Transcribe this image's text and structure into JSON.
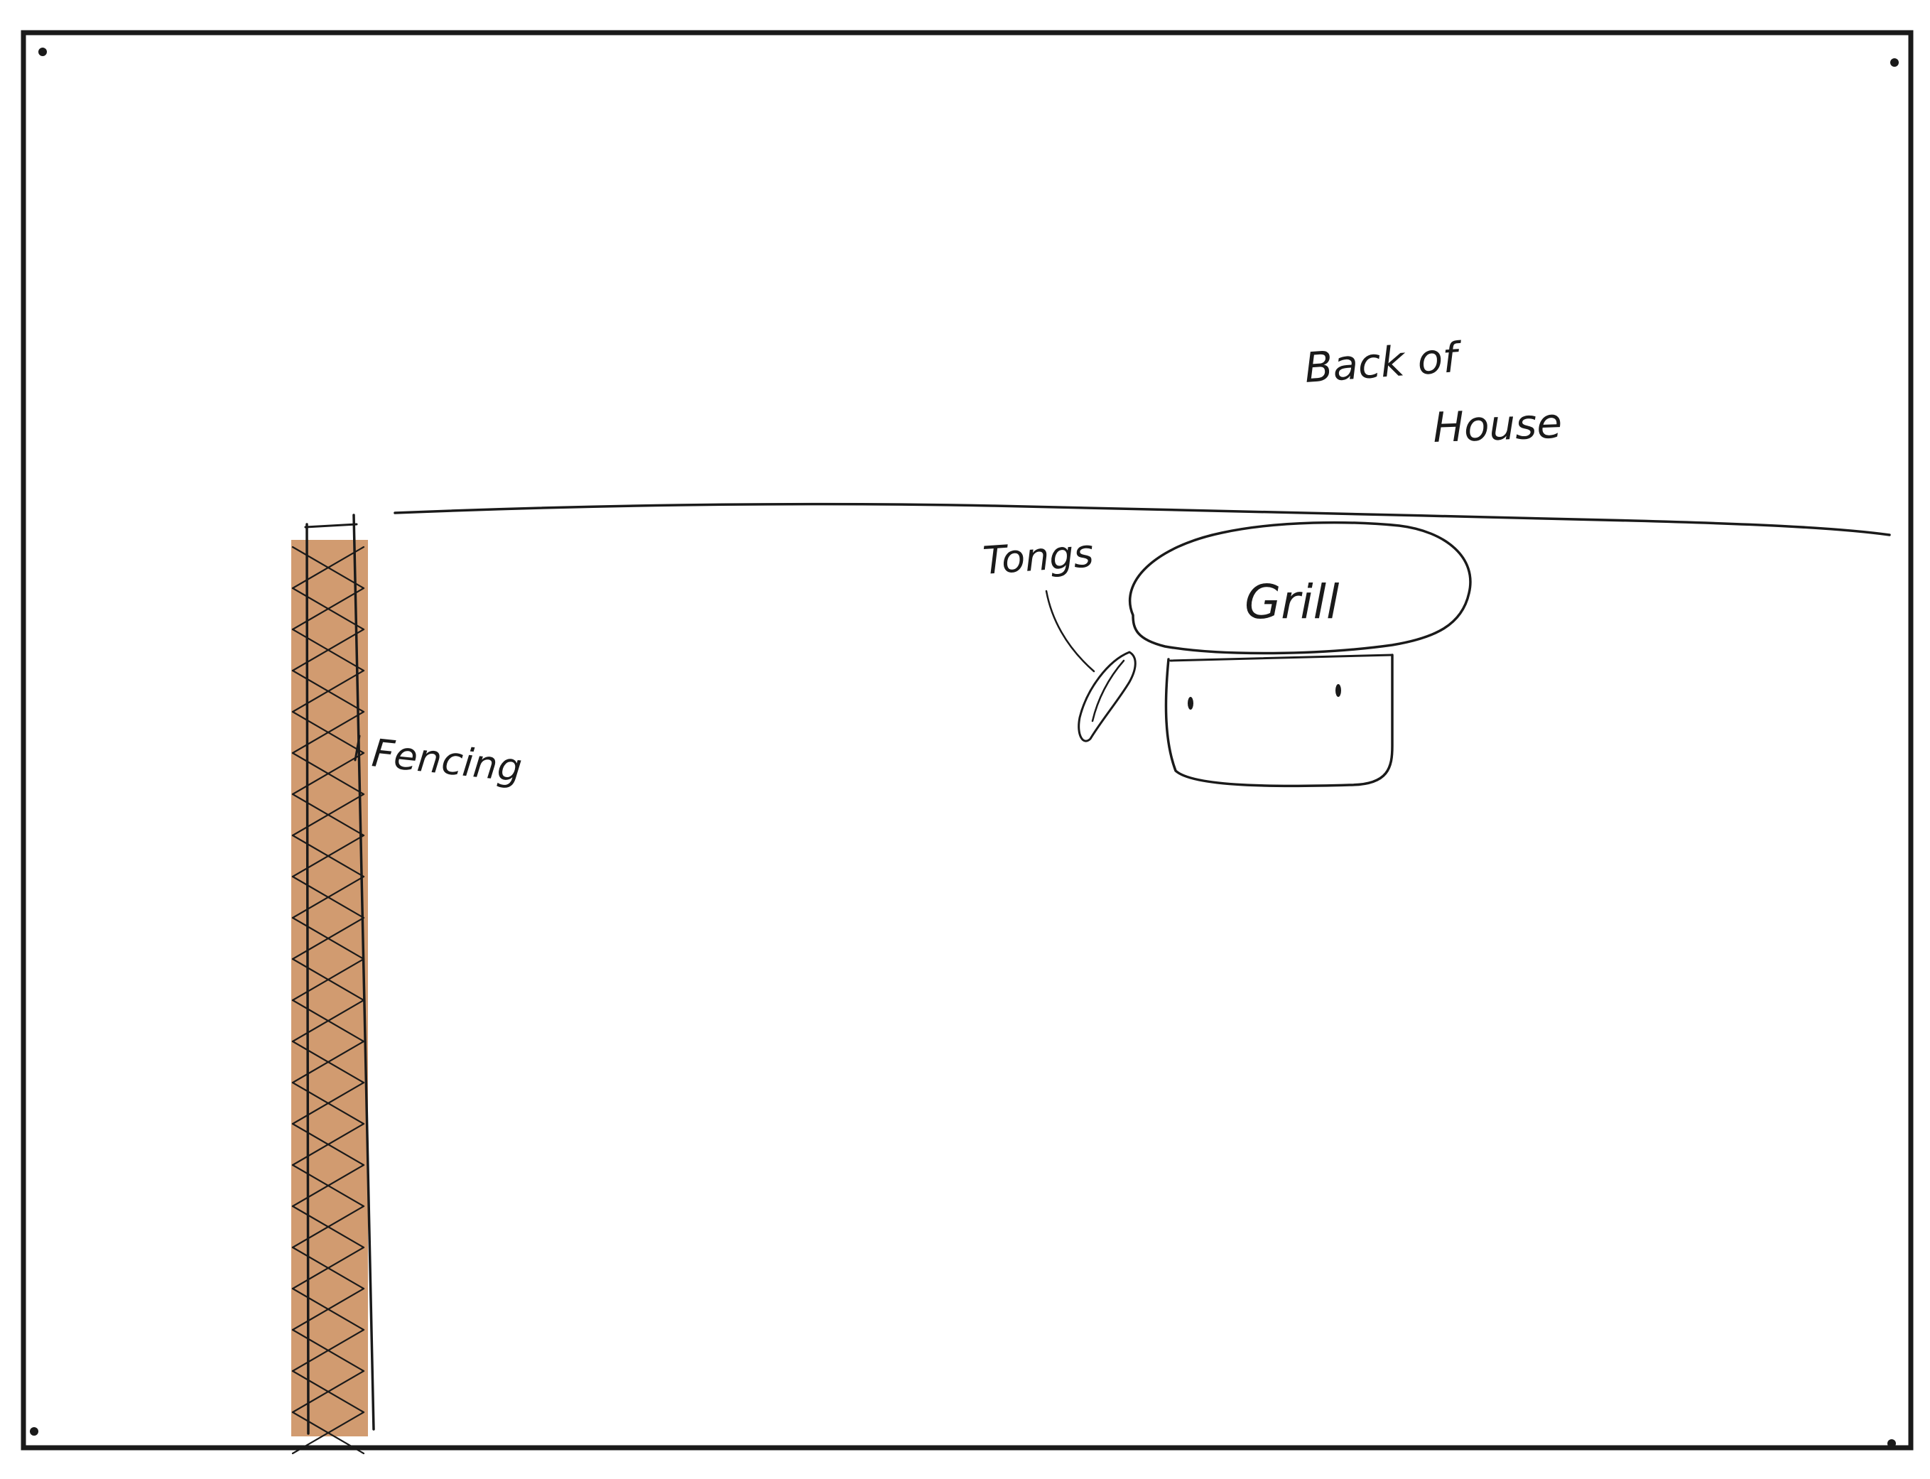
{
  "labels": {
    "back_of_house_line1": "Back of",
    "back_of_house_line2": "House",
    "grill": "Grill",
    "tongs": "Tongs",
    "fencing": "Fencing"
  },
  "colors": {
    "paper": "#ffffff",
    "ink": "#1a1a1a",
    "fence_fill": "#c98a57"
  },
  "icons": {
    "corner_marks": "dot"
  }
}
